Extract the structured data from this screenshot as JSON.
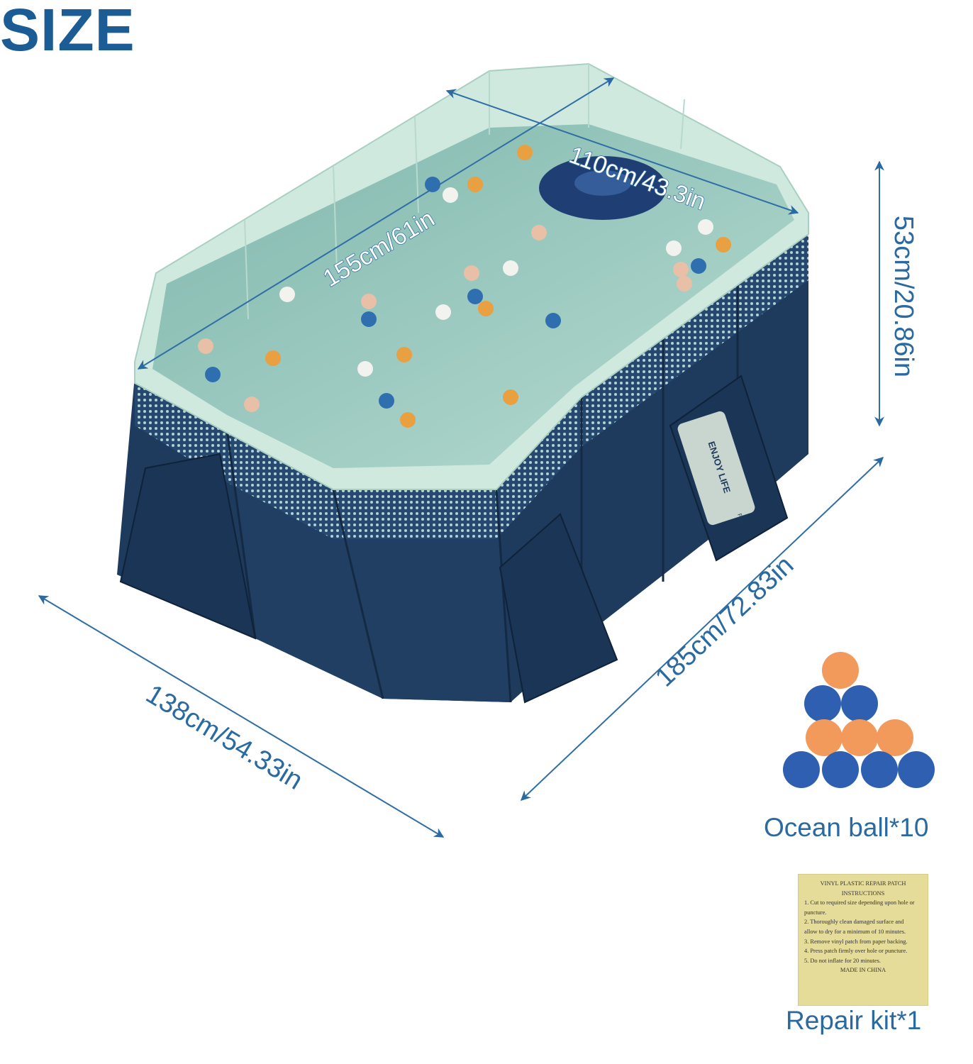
{
  "title": "SIZE",
  "dimensions": {
    "length_top": "155cm/61in",
    "width_top": "110cm/43.3in",
    "height": "53cm/20.86in",
    "width_bottom": "138cm/54.33in",
    "length_bottom": "185cm/72.83in"
  },
  "product_label": {
    "brand": "ENJOY LIFE",
    "sub": "Pool"
  },
  "accessories": {
    "ocean_balls": "Ocean ball*10",
    "repair_kit": "Repair kit*1"
  },
  "repair_patch": {
    "heading1": "VINYL PLASTIC REPAIR PATCH",
    "heading2": "INSTRUCTIONS",
    "steps": [
      "1. Cut to required size depending upon hole or",
      "   puncture.",
      "2. Thoroughly clean damaged surface and",
      "   allow to dry for a minimum of 10 minutes.",
      "3. Remove vinyl patch from paper backing.",
      "4. Press patch firmly over hole or puncture.",
      "5. Do not inflate for 20 minutes."
    ],
    "footer": "MADE IN CHINA"
  },
  "colors": {
    "title": "#1b5c95",
    "dimension": "#2a6aa0",
    "pool_body": "#1e3a5c",
    "rim": "#cfe9df",
    "water": "#9cc9bd",
    "ball_orange": "#f29a5c",
    "ball_blue": "#2f5fb0"
  }
}
